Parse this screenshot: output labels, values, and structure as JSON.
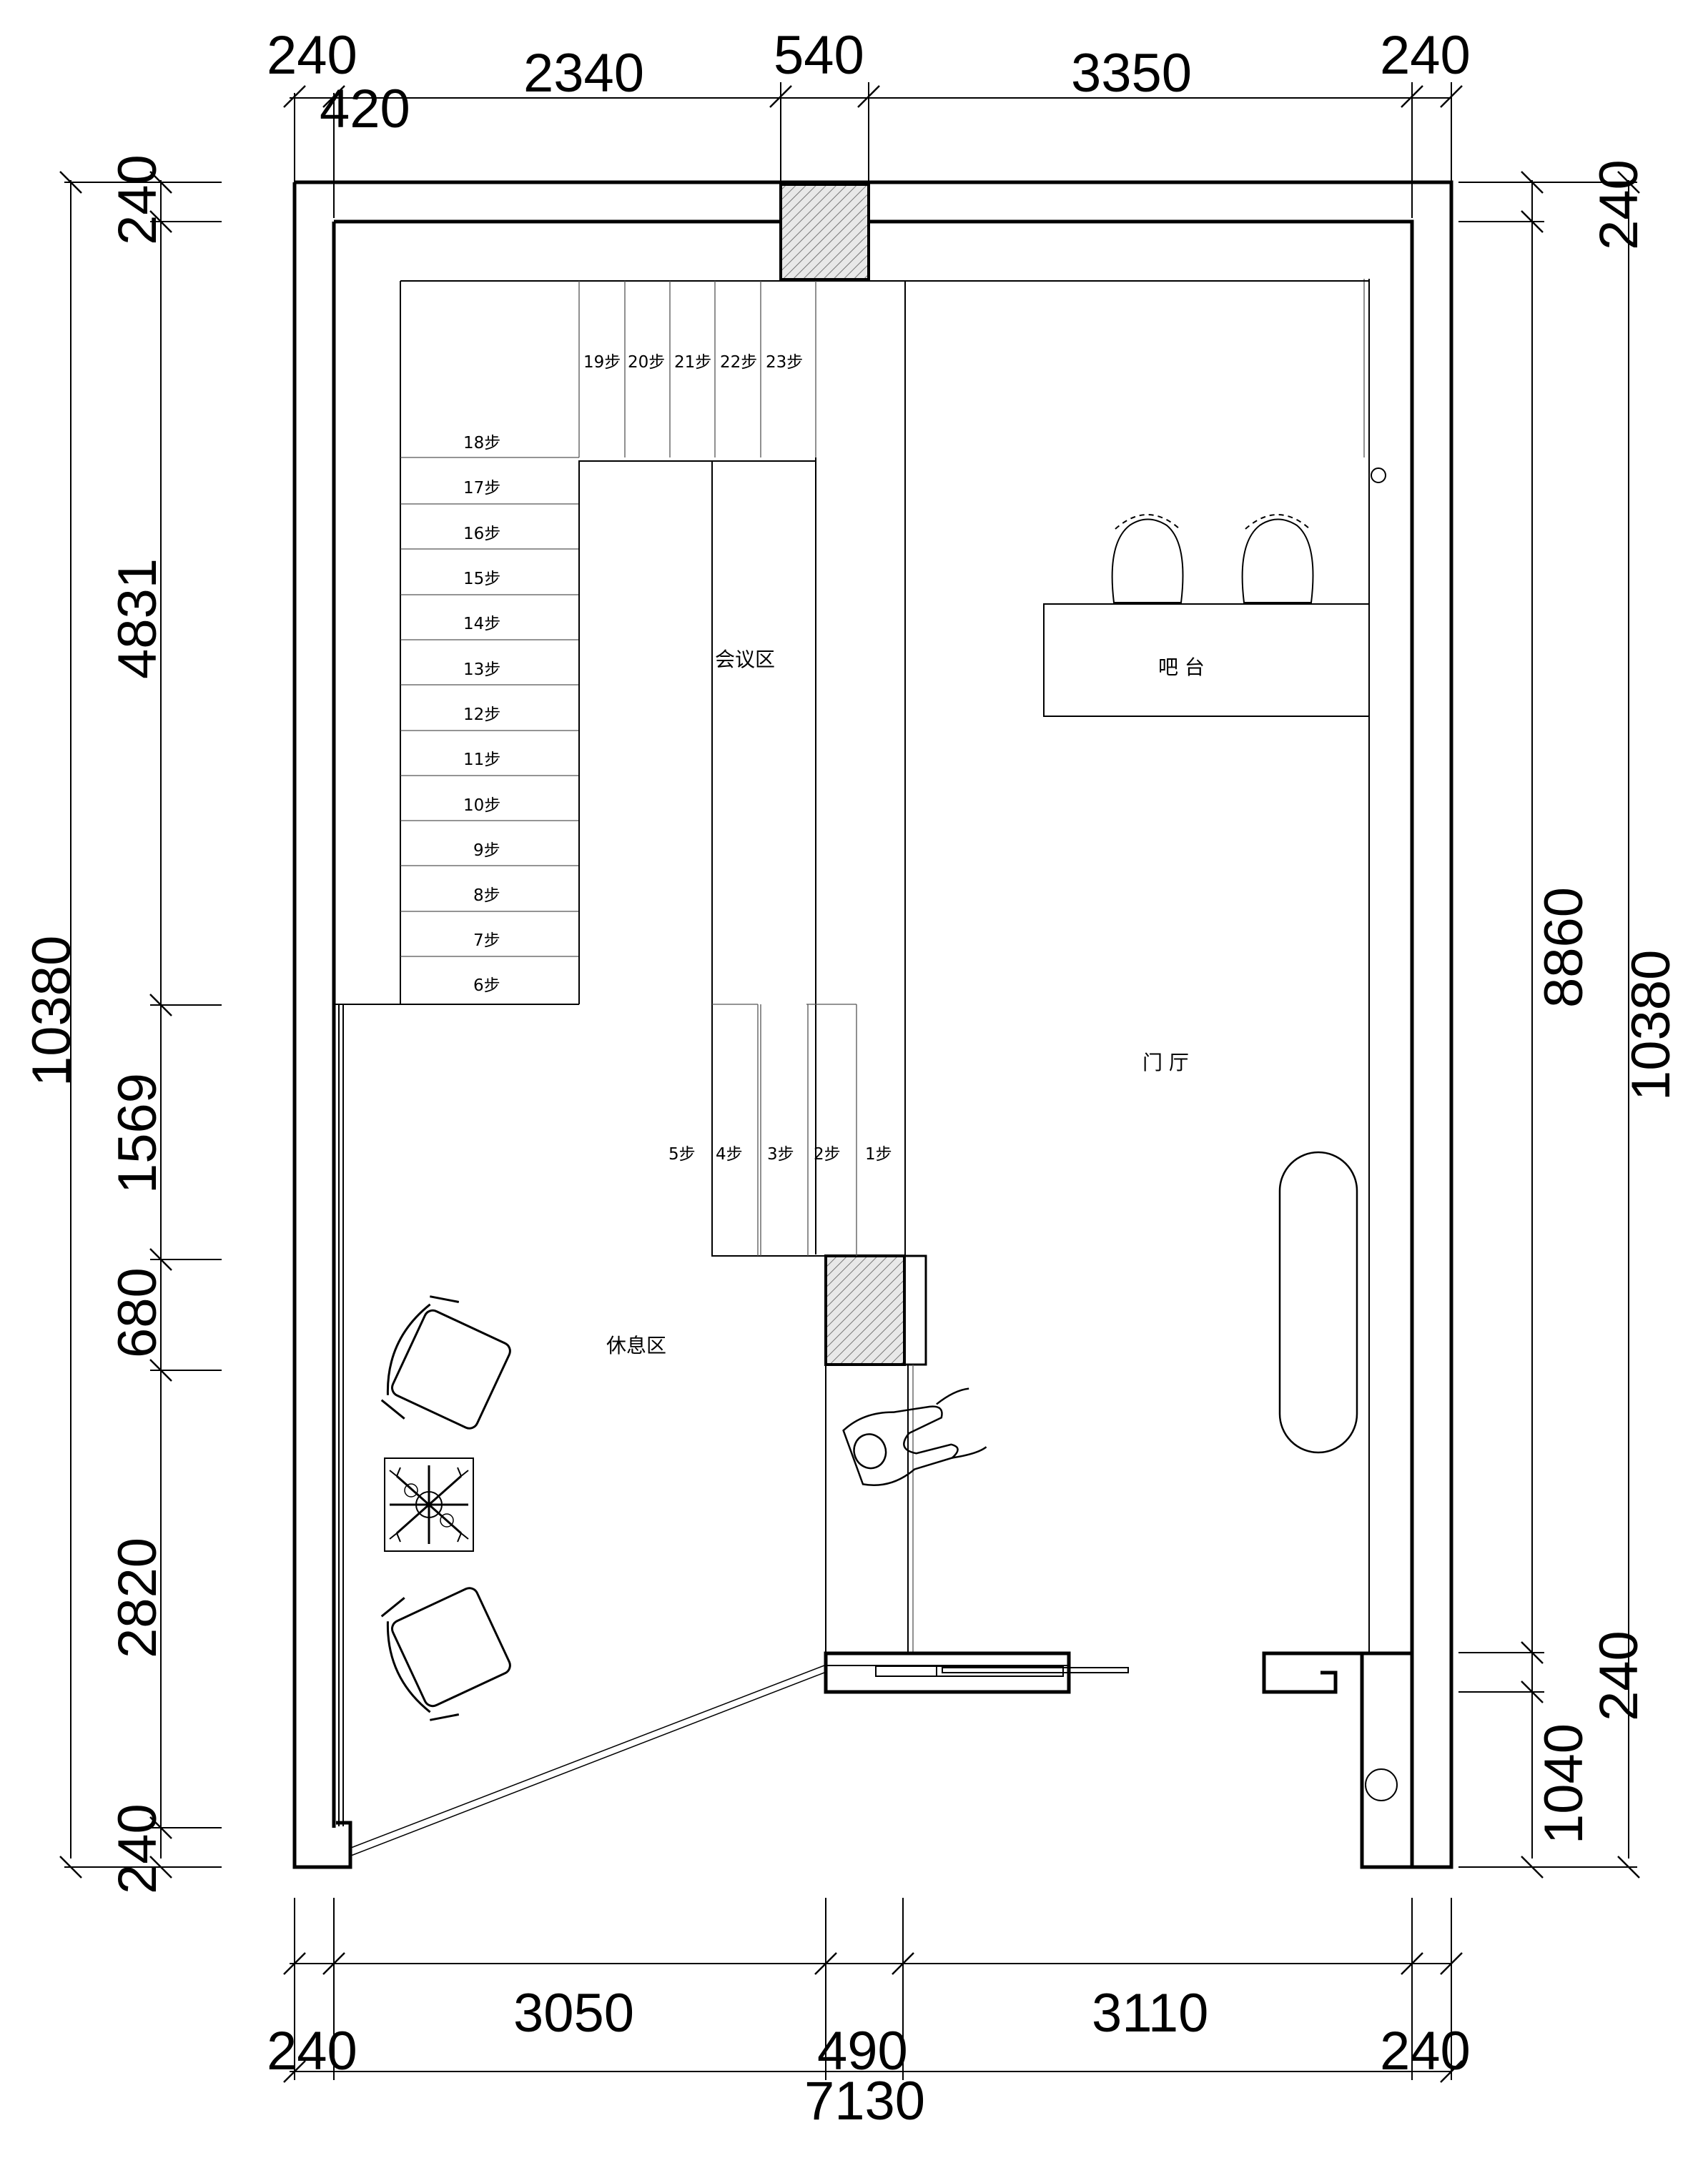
{
  "dimensions": {
    "top_row": [
      "240",
      "420",
      "2340",
      "540",
      "3350",
      "240"
    ],
    "left_col": [
      "240",
      "4831",
      "10380",
      "1569",
      "680",
      "2820",
      "240"
    ],
    "right_col": [
      "240",
      "8860",
      "10380",
      "240",
      "1040"
    ],
    "bottom_row1": [
      "3050",
      "3110"
    ],
    "bottom_row2": [
      "240",
      "490",
      "240"
    ],
    "bottom_total": "7130"
  },
  "rooms": {
    "meeting": "会议区",
    "bar": "吧 台",
    "lobby": "门 厅",
    "lounge": "休息区"
  },
  "steps_upper": [
    "19步",
    "20步",
    "21步",
    "22步",
    "23步"
  ],
  "steps_left": [
    "18步",
    "17步",
    "16步",
    "15步",
    "14步",
    "13步",
    "12步",
    "11步",
    "10步",
    "9步",
    "8步",
    "7步",
    "6步"
  ],
  "steps_lower": [
    "5步",
    "4步",
    "3步",
    "2步",
    "1步"
  ],
  "icons": [
    "armchair-icon",
    "armchair-icon",
    "potted-plant-icon",
    "person-walking-icon",
    "bar-stool-icon",
    "bar-stool-icon",
    "sofa-icon",
    "column-hatch-icon"
  ]
}
